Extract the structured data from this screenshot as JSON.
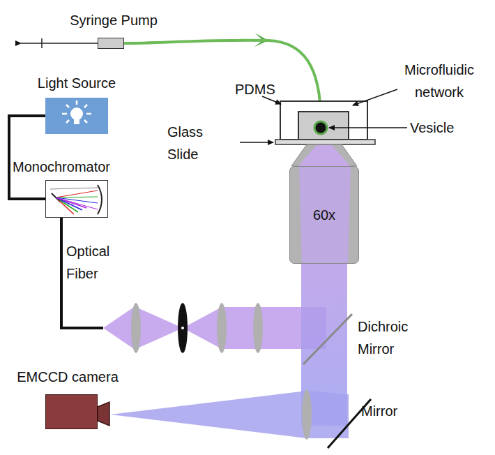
{
  "diagram": {
    "nodes": [
      {
        "text": [
          "Syringe Pump"
        ]
      },
      {
        "text": [
          "Light Source"
        ]
      },
      {
        "text": [
          "Monochromator"
        ]
      },
      {
        "text": [
          "60x"
        ]
      },
      {
        "text": [
          "EMCCD camera"
        ]
      }
    ],
    "edges": [
      {
        "from": 1,
        "to": 2,
        "arrow": "none"
      }
    ],
    "labels": [
      "PDMS",
      "Microfluidic network",
      "Glass Slide",
      "Vesicle",
      "Optical Fiber",
      "Dichroic Mirror",
      "Mirror"
    ]
  }
}
